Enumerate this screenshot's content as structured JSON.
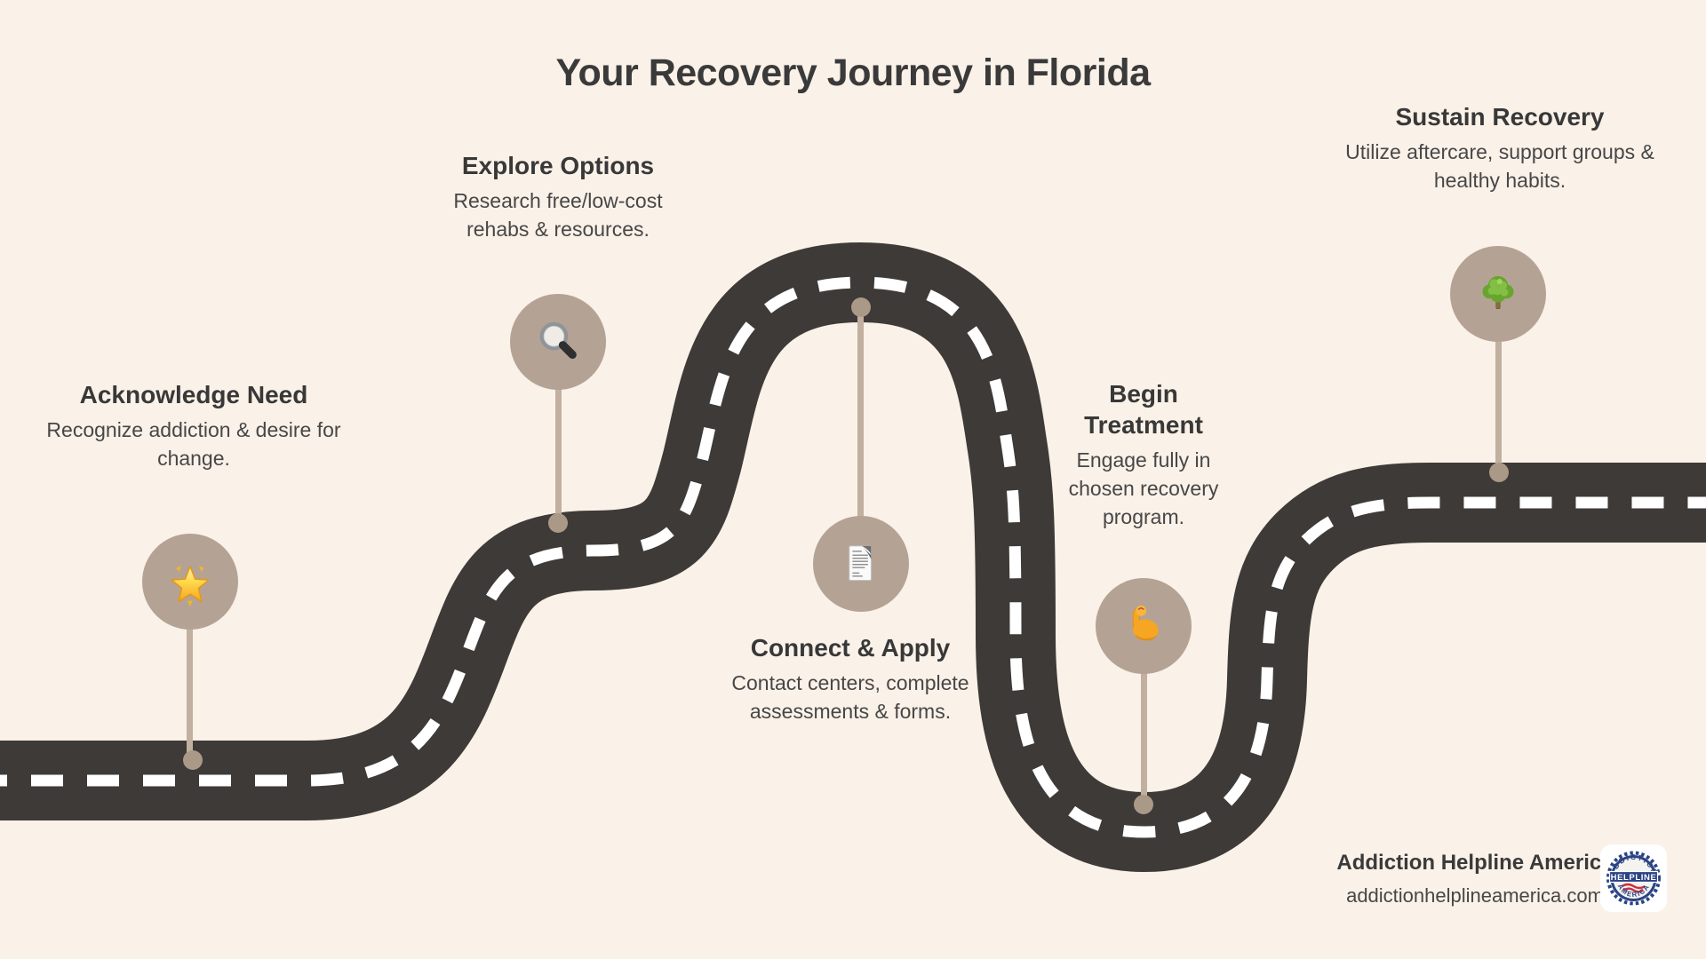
{
  "page": {
    "title": "Your Recovery Journey in Florida"
  },
  "colors": {
    "background": "#faf1e8",
    "road": "#3e3a37",
    "road_dash": "#ffffff",
    "marker_circle": "#b4a395",
    "marker_stem": "#c1b0a0",
    "marker_dot": "#ab9988",
    "heading_text": "#383838",
    "body_text": "#474747",
    "logo_blue": "#2a4384",
    "logo_red": "#c8313e"
  },
  "milestones": [
    {
      "heading": "Acknowledge Need",
      "body": "Recognize addiction & desire for change.",
      "icon": "glowing-star"
    },
    {
      "heading": "Explore Options",
      "body": "Research free/low-cost rehabs & resources.",
      "icon": "magnifying-glass"
    },
    {
      "heading": "Connect & Apply",
      "body": "Contact centers, complete assessments & forms.",
      "icon": "page-with-curl"
    },
    {
      "heading": "Begin Treatment",
      "body": "Engage fully in chosen recovery program.",
      "icon": "flexed-biceps"
    },
    {
      "heading": "Sustain Recovery",
      "body": "Utilize aftercare, support groups & healthy habits.",
      "icon": "deciduous-tree"
    }
  ],
  "footer": {
    "brand": "Addiction Helpline America",
    "website": "addictionhelplineamerica.com",
    "logo": {
      "top": "ADDICTION",
      "middle": "HELPLINE",
      "bottom": "AMERICA"
    }
  }
}
